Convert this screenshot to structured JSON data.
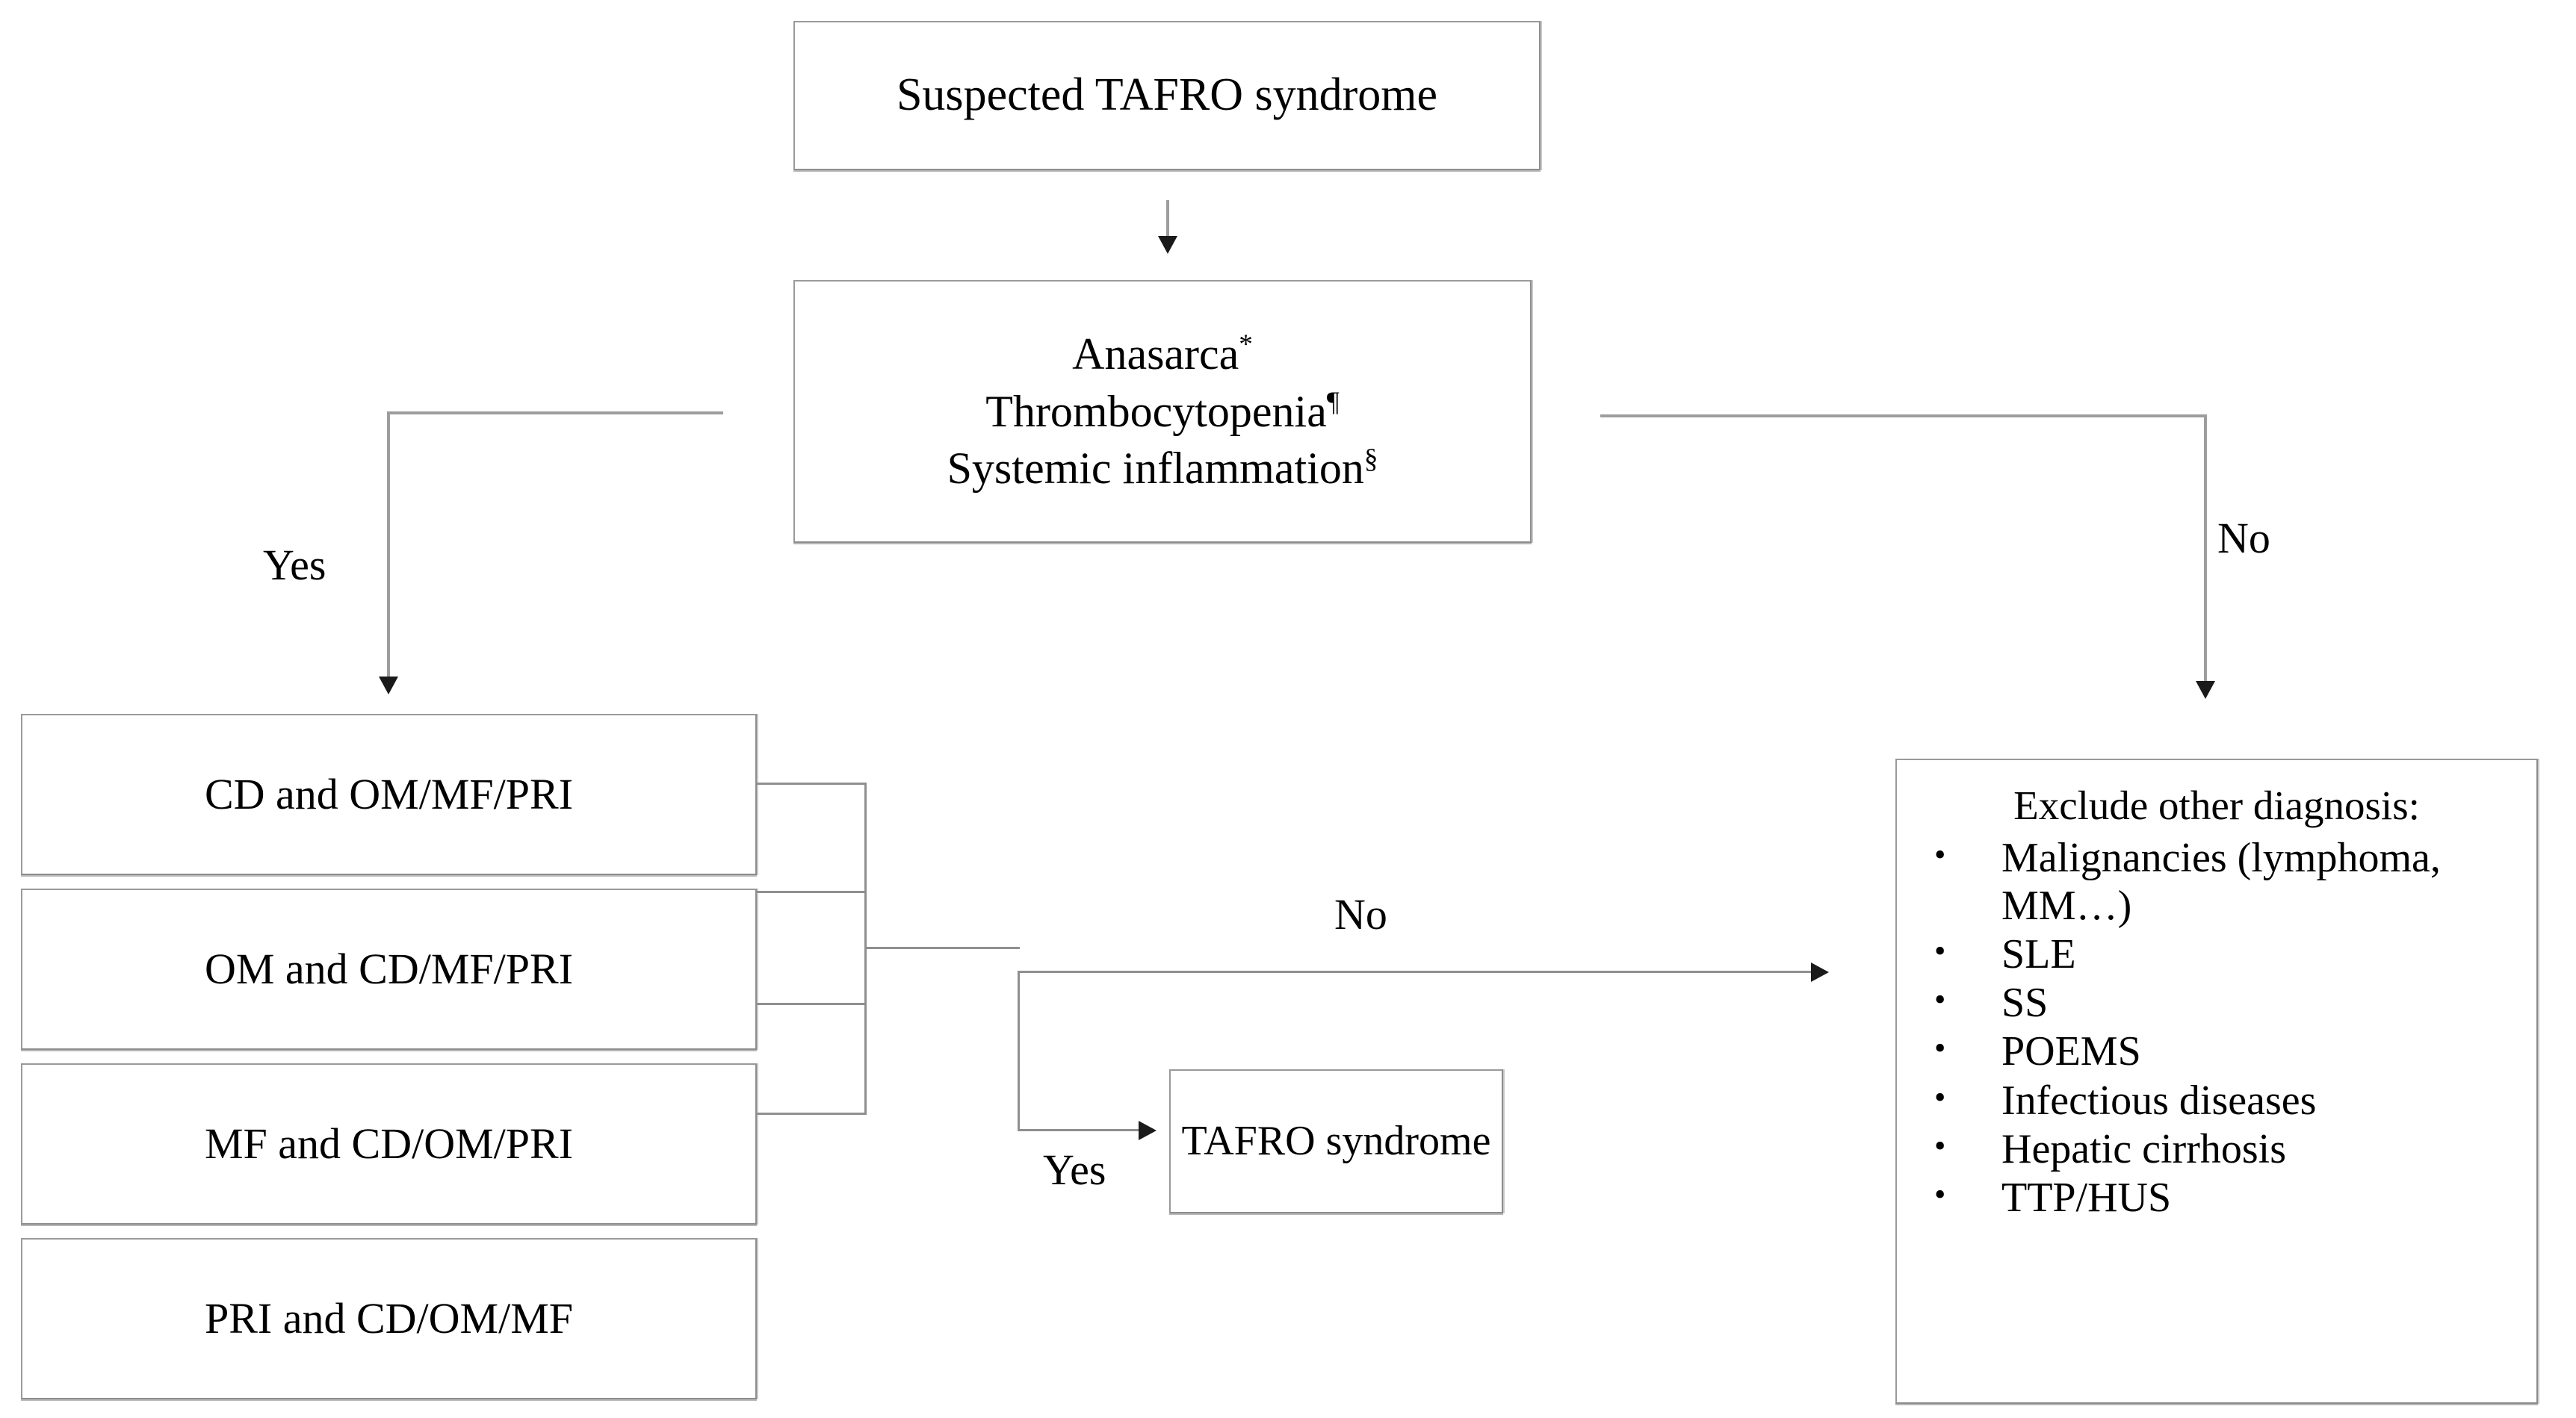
{
  "diagram": {
    "title": "TAFRO syndrome diagnostic algorithm",
    "type": "flowchart",
    "nodes": {
      "suspected": {
        "label": "Suspected TAFRO syndrome"
      },
      "criteria": {
        "lines": [
          {
            "text": "Anasarca",
            "marker": "*"
          },
          {
            "text": "Thrombocytopenia",
            "marker": "¶"
          },
          {
            "text": "Systemic inflammation",
            "marker": "§"
          }
        ]
      },
      "branches": [
        {
          "label": "CD and OM/MF/PRI"
        },
        {
          "label": "OM and CD/MF/PRI"
        },
        {
          "label": "MF and CD/OM/PRI"
        },
        {
          "label": "PRI and CD/OM/MF"
        }
      ],
      "tafro": {
        "label": "TAFRO syndrome"
      },
      "exclude": {
        "title": "Exclude other diagnosis:",
        "items": [
          "Malignancies (lymphoma, MM…)",
          "SLE",
          "SS",
          "POEMS",
          "Infectious diseases",
          "Hepatic cirrhosis",
          "TTP/HUS"
        ],
        "bullet": "•"
      }
    },
    "edge_labels": {
      "yes_left": "Yes",
      "no_right": "No",
      "no_mid": "No",
      "yes_mid": "Yes"
    },
    "colors": {
      "box_border": "#9a9a9a",
      "connector": "#9d9d9d",
      "arrowhead": "#1a1a1a",
      "text": "#000000",
      "background": "#ffffff"
    }
  }
}
